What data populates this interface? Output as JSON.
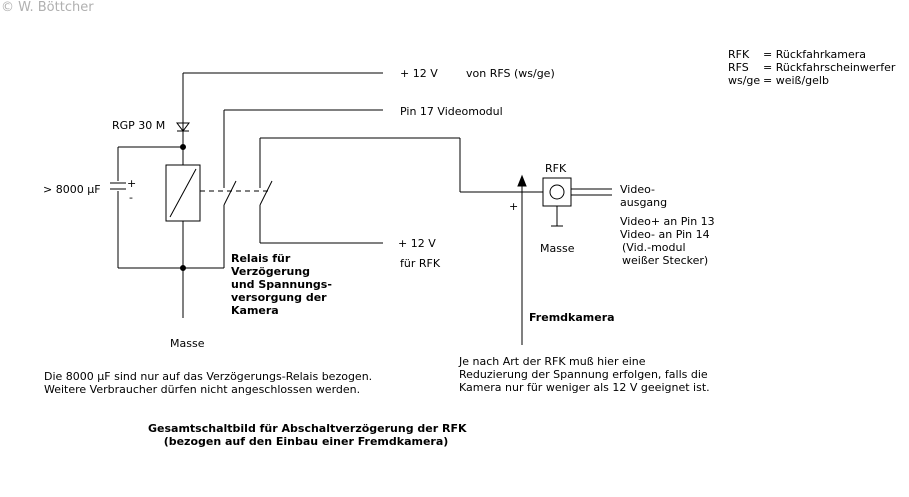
{
  "copyright": "© W. Böttcher",
  "legend": [
    {
      "abbr": "RFK",
      "eq": "= Rückfahrkamera"
    },
    {
      "abbr": "RFS",
      "eq": "= Rückfahrscheinwerfer"
    },
    {
      "abbr": "ws/ge",
      "eq": "= weiß/gelb"
    }
  ],
  "labels": {
    "plus12_top": "+ 12 V",
    "von_rfs": "von RFS (ws/ge)",
    "pin17": "Pin 17 Videomodul",
    "rgp": "RGP 30 M",
    "capacitor": "> 8000 µF",
    "cap_plus": "+",
    "cap_minus": "-",
    "plus12_rfk": "+ 12 V",
    "fuer_rfk": "für RFK",
    "relay_note": [
      "Relais für",
      "Verzögerung",
      "und Spannungs-",
      "versorgung der",
      "Kamera"
    ],
    "masse_left": "Masse",
    "rfk": "RFK",
    "masse_rfk": "Masse",
    "video_out": [
      "Video-",
      "ausgang"
    ],
    "pin_note": [
      "Video+ an Pin 13",
      "Video- an Pin 14",
      "(Vid.-modul",
      "weißer Stecker)"
    ],
    "plus_sign": "+",
    "fremdkamera": "Fremdkamera",
    "capacitor_note": [
      "Die 8000 µF sind nur auf das Verzögerungs-Relais bezogen.",
      "Weitere Verbraucher dürfen nicht angeschlossen werden."
    ],
    "fremd_note": [
      "Je nach Art der RFK muß hier eine",
      "Reduzierung der Spannung erfolgen, falls die",
      "Kamera nur für weniger als 12 V geeignet ist."
    ],
    "title": [
      "Gesamtschaltbild für Abschaltverzögerung der RFK",
      "(bezogen auf den Einbau einer Fremdkamera)"
    ]
  }
}
